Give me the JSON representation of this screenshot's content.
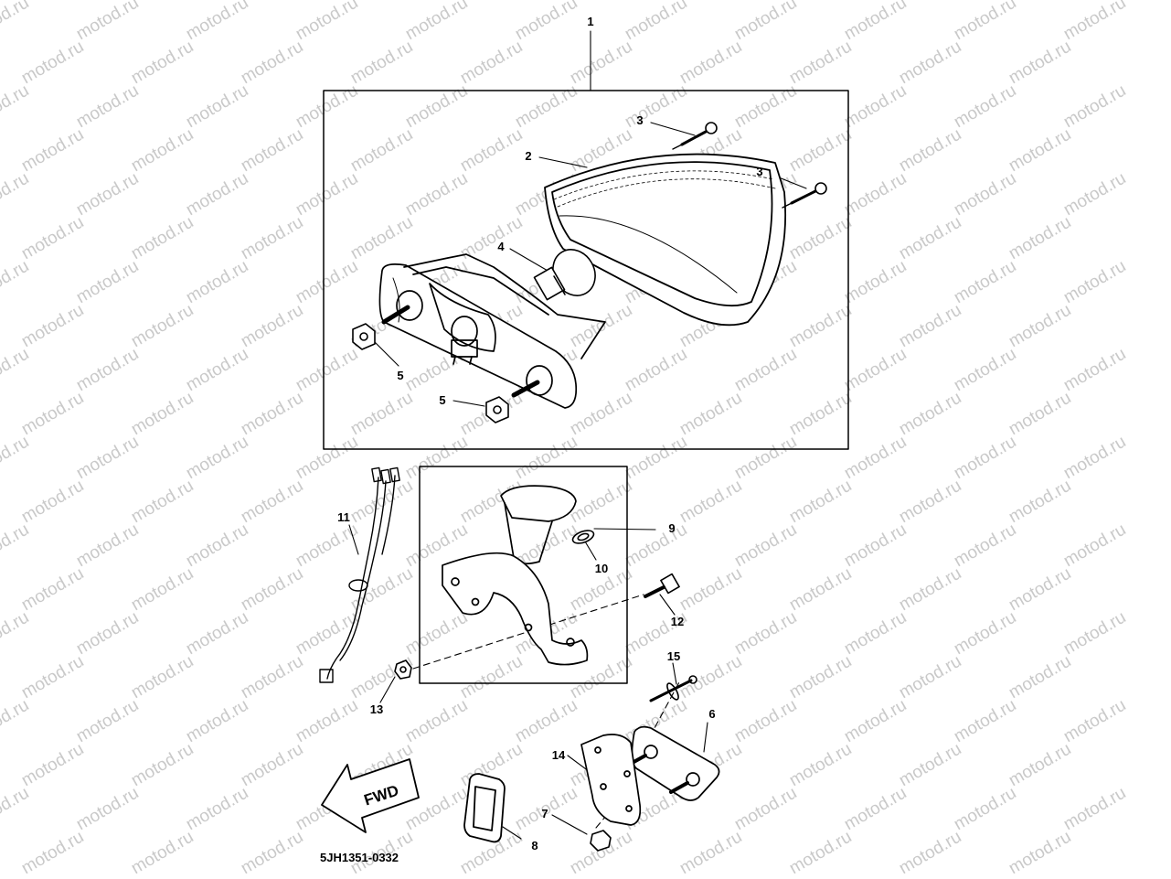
{
  "watermark_text": "motod.ru",
  "diagram_code": "5JH1351-0332",
  "fwd_label": "FWD",
  "callouts": {
    "c1": "1",
    "c2": "2",
    "c3a": "3",
    "c3b": "3",
    "c4": "4",
    "c5a": "5",
    "c5b": "5",
    "c6": "6",
    "c7": "7",
    "c8": "8",
    "c9": "9",
    "c10": "10",
    "c11": "11",
    "c12": "12",
    "c13": "13",
    "c14": "14",
    "c15": "15"
  }
}
